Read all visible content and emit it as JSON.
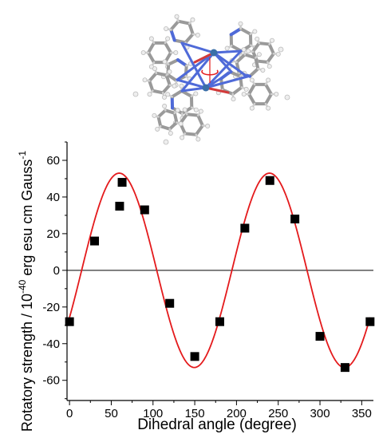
{
  "chart_data": {
    "type": "scatter",
    "title": "",
    "xlabel": "Dihedral angle (degree)",
    "ylabel_parts": [
      "Rotatory strength / 10",
      "-40",
      " erg esu cm Gauss",
      "-1"
    ],
    "xlim": [
      -3,
      364
    ],
    "ylim": [
      -71,
      70
    ],
    "xticks": [
      0,
      50,
      100,
      150,
      200,
      250,
      300,
      350
    ],
    "yticks": [
      -60,
      -40,
      -20,
      0,
      20,
      40,
      60
    ],
    "zero_line": true,
    "grid": false,
    "legend": "none",
    "series": [
      {
        "kind": "points",
        "marker": "square",
        "color": "#000000",
        "x": [
          0,
          30,
          60,
          63,
          90,
          120,
          150,
          180,
          210,
          240,
          270,
          300,
          330,
          360
        ],
        "y": [
          -28,
          16,
          35,
          48,
          33,
          -18,
          -47,
          -28,
          23,
          49,
          28,
          -36,
          -53,
          -28
        ]
      },
      {
        "kind": "fit",
        "color": "#e41a1c",
        "function": "A*sin(2*pi*(x - x0)/period)",
        "A": 53,
        "x0": 14.5,
        "period": 180,
        "x_range": [
          0,
          360
        ]
      }
    ]
  },
  "molecule": {
    "name": "iridium-complex-structure",
    "colors": {
      "bond": "#9a9a9a",
      "hydrogen": "#eeeeee",
      "nitrogen": "#4f6ad8",
      "oxygen": "#d23a3a",
      "metal": "#3a6fa8",
      "rotation_arrow": "#e41a1c"
    }
  }
}
